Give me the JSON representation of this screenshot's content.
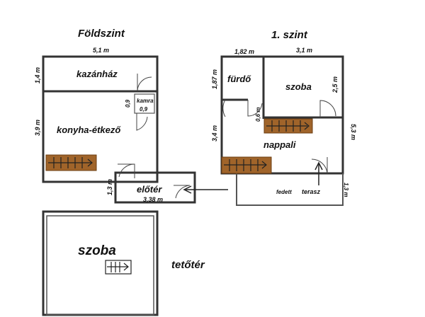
{
  "floors": {
    "ground": "Földszint",
    "first": "1. szint",
    "attic": "tetőtér"
  },
  "rooms": {
    "kazanhaz": "kazánház",
    "kamra": "kamra",
    "konyha": "konyha-étkező",
    "eloter": "előtér",
    "furdo": "fürdő",
    "szoba_first": "szoba",
    "nappali": "nappali",
    "fedett": "fedett",
    "terasz": "terasz",
    "szoba_attic": "szoba"
  },
  "dimensions": {
    "ground_width": "5,1 m",
    "kazanhaz_height": "1,4 m",
    "kamra_h": "0,9",
    "kamra_w": "0,9",
    "konyha_height": "3,9 m",
    "eloter_height": "1,3 m",
    "eloter_width": "3,38 m",
    "furdo_width": "1,82 m",
    "szoba_width": "3,1 m",
    "furdo_height": "1,87 m",
    "szoba_height": "2,5 m",
    "door_gap": "0,6 m",
    "first_height": "5,3 m",
    "nappali_height": "3,4 m",
    "terasz_height": "1,3 m"
  }
}
